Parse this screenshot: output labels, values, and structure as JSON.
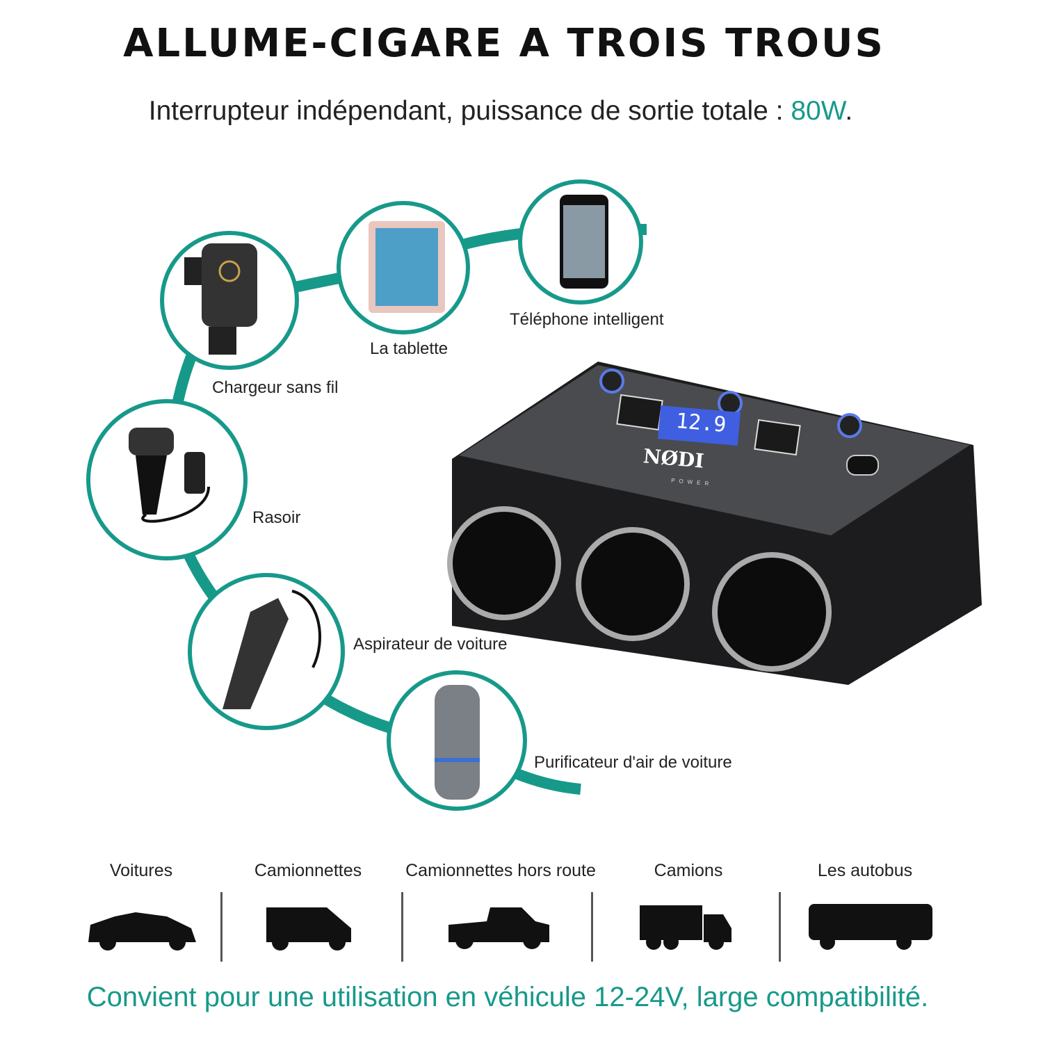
{
  "header": {
    "title": "ALLUME-CIGARE A TROIS TROUS",
    "subtitle_prefix": "Interrupteur indépendant, puissance de sortie totale : ",
    "subtitle_highlight": "80W",
    "subtitle_suffix": "."
  },
  "devices": [
    {
      "label": "Chargeur sans fil",
      "icon": "wireless-charger-icon"
    },
    {
      "label": "La tablette",
      "icon": "tablet-icon"
    },
    {
      "label": "Téléphone intelligent",
      "icon": "smartphone-icon"
    },
    {
      "label": "Rasoir",
      "icon": "razor-icon"
    },
    {
      "label": "Aspirateur de voiture",
      "icon": "car-vacuum-icon"
    },
    {
      "label": "Purificateur d'air de voiture",
      "icon": "air-purifier-icon"
    }
  ],
  "product": {
    "display_value": "12.9",
    "brand": "NØDI",
    "brand_sub": "POWER"
  },
  "vehicles": [
    {
      "label": "Voitures",
      "icon": "car-icon"
    },
    {
      "label": "Camionnettes",
      "icon": "van-icon"
    },
    {
      "label": "Camionnettes hors route",
      "icon": "pickup-truck-icon"
    },
    {
      "label": "Camions",
      "icon": "truck-icon"
    },
    {
      "label": "Les autobus",
      "icon": "bus-icon"
    }
  ],
  "footer": "Convient pour une utilisation en véhicule 12-24V, large compatibilité.",
  "colors": {
    "accent": "#17998a",
    "device_body": "#2a2a2c"
  }
}
